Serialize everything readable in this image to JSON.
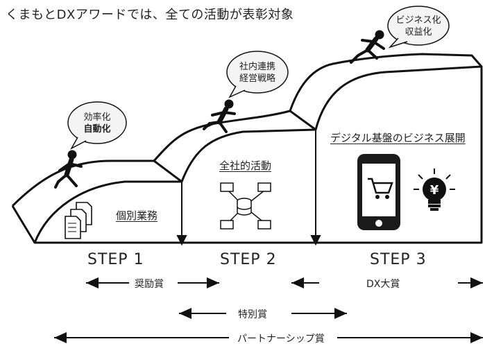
{
  "title": "くまもとDXアワードでは、全ての活動が表彰対象",
  "bubbles": {
    "b1": {
      "line1": "効率化",
      "line2": "自動化"
    },
    "b2": {
      "line1": "社内連携",
      "line2": "経営戦略"
    },
    "b3": {
      "line1": "ビジネス化",
      "line2": "収益化"
    }
  },
  "stages": {
    "s1_label": "個別業務",
    "s2_label": "全社的活動",
    "s3_label": "デジタル基盤のビジネス展開"
  },
  "steps": [
    "STEP 1",
    "STEP 2",
    "STEP 3"
  ],
  "awards": {
    "a1": "奨励賞",
    "a2": "DX大賞",
    "a3": "特別賞",
    "a4": "パートナーシップ賞"
  },
  "icons": [
    "documents-icon",
    "network-server-icon",
    "smartphone-cart-icon",
    "yen-lightbulb-icon",
    "running-person-icon"
  ]
}
